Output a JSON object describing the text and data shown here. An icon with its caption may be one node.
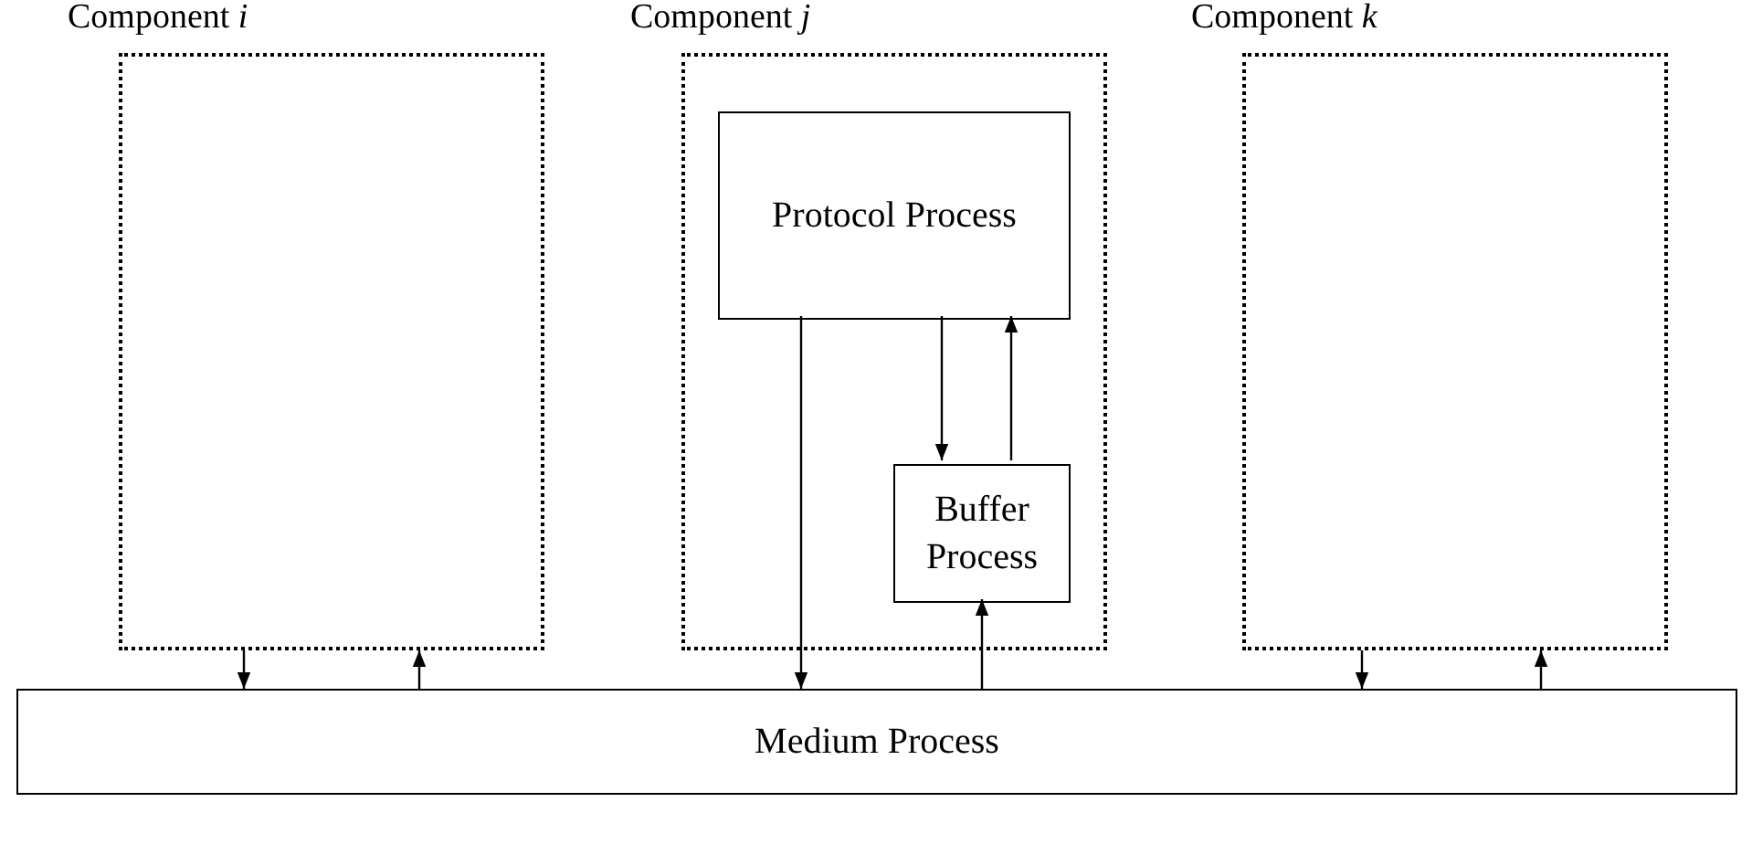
{
  "diagram": {
    "nodes": [
      {
        "text": [
          "Component *i*"
        ]
      },
      {
        "text": [
          "Component *j*"
        ]
      },
      {
        "text": [
          "Protocol Process"
        ],
        "in": 1
      },
      {
        "text": [
          "Buffer Process"
        ],
        "in": 1
      },
      {
        "text": [
          "Component *k*"
        ]
      },
      {
        "text": [
          "Medium Process"
        ]
      }
    ],
    "edges": [
      {
        "from": 0,
        "to": 5,
        "arrow": "to"
      },
      {
        "from": 5,
        "to": 0,
        "arrow": "to"
      },
      {
        "from": 2,
        "to": 5,
        "arrow": "to"
      },
      {
        "from": 2,
        "to": 3,
        "arrow": "to"
      },
      {
        "from": 3,
        "to": 2,
        "arrow": "to"
      },
      {
        "from": 5,
        "to": 3,
        "arrow": "to"
      },
      {
        "from": 4,
        "to": 5,
        "arrow": "to"
      },
      {
        "from": 5,
        "to": 4,
        "arrow": "to"
      }
    ]
  }
}
